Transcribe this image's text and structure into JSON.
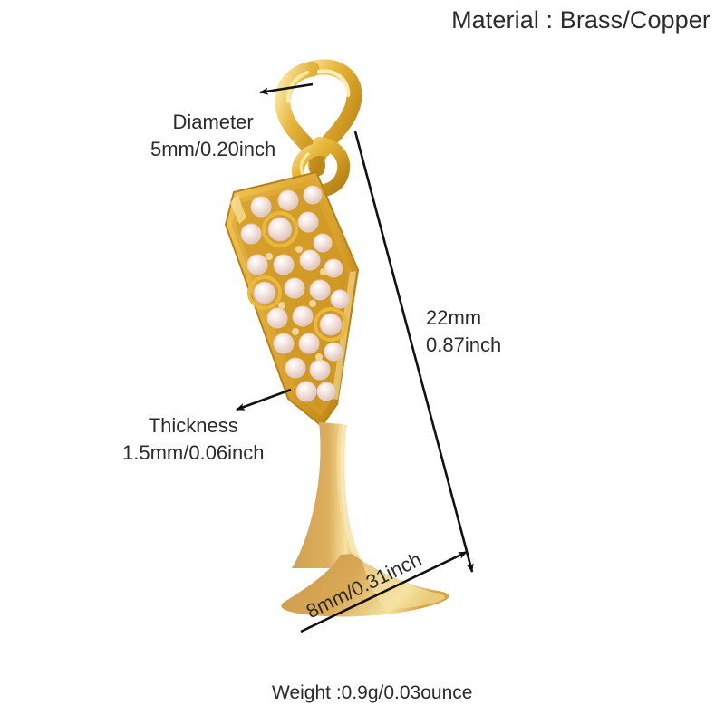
{
  "page": {
    "background": "#ffffff",
    "text_color": "#2b2b2b"
  },
  "annotations": {
    "material": {
      "text": "Material : Brass/Copper"
    },
    "diameter": {
      "line1": "Diameter",
      "line2": "5mm/0.20inch",
      "points_to": "jump-ring"
    },
    "thickness": {
      "line1": "Thickness",
      "line2": "1.5mm/0.06inch",
      "points_to": "glass-bowl-edge"
    },
    "height": {
      "line1": "22mm",
      "line2": "0.87inch",
      "measures": "total-height"
    },
    "width": {
      "text": "8mm/0.31inch",
      "measures": "base-width"
    },
    "weight": {
      "text": "Weight :0.9g/0.03ounce"
    }
  },
  "product": {
    "name": "champagne-flute-charm",
    "colors": {
      "gold_light": "#F3D071",
      "gold_mid": "#E0AE45",
      "gold_deep": "#C08A27",
      "gold_shadow": "#A97618",
      "gold_matte": "#D4A855",
      "gold_matte_dark": "#C0913C",
      "stone": "#F3E2DC",
      "stone_edge": "#E0C8C0",
      "highlight": "#FFF3C9",
      "line": "#111111"
    },
    "stone_count": 29,
    "parts": [
      "upper-jump-ring",
      "lower-jump-ring",
      "pave-bowl",
      "stem",
      "foot"
    ]
  }
}
